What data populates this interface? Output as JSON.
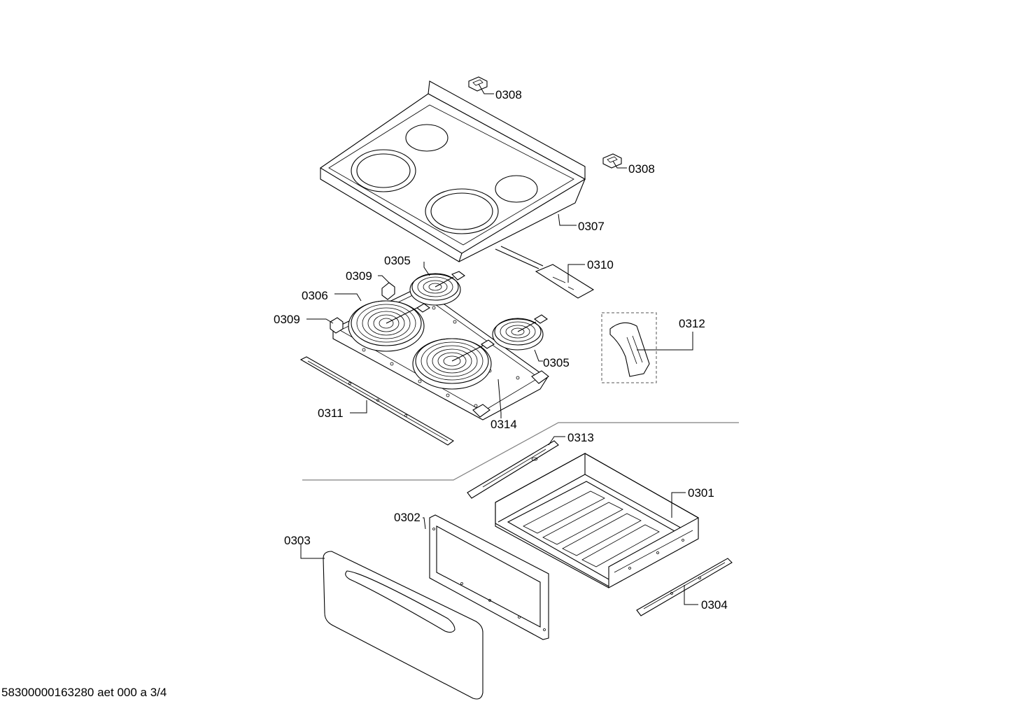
{
  "labels": {
    "p0301": "0301",
    "p0302": "0302",
    "p0303": "0303",
    "p0304": "0304",
    "p0305a": "0305",
    "p0305b": "0305",
    "p0306": "0306",
    "p0307": "0307",
    "p0308a": "0308",
    "p0308b": "0308",
    "p0309a": "0309",
    "p0309b": "0309",
    "p0310": "0310",
    "p0311": "0311",
    "p0312": "0312",
    "p0313": "0313",
    "p0314": "0314"
  },
  "footer": "58300000163280 aet 000 a 3/4"
}
